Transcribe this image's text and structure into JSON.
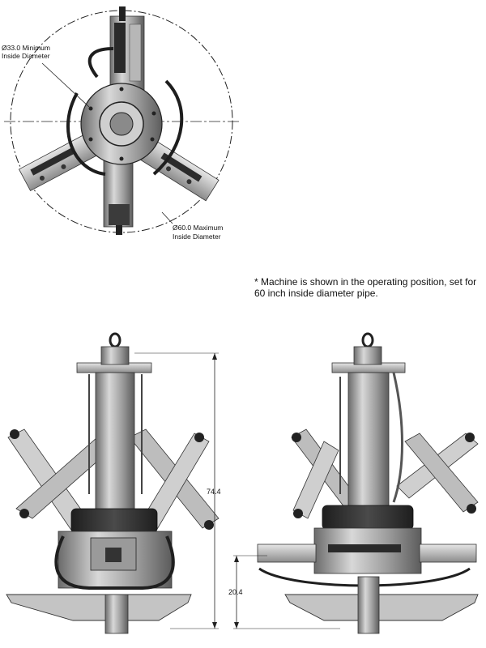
{
  "top_view": {
    "min_label_line1": "Ø33.0 Minimum",
    "min_label_line2": "Inside Diameter",
    "max_label_line1": "Ø60.0 Maximum",
    "max_label_line2": "Inside Diameter"
  },
  "note": {
    "line1": "* Machine is shown in the operating position, set for",
    "line2": "60 inch inside diameter pipe."
  },
  "front_view": {
    "height_dim": "74.4"
  },
  "side_view": {
    "base_dim": "20.4"
  }
}
